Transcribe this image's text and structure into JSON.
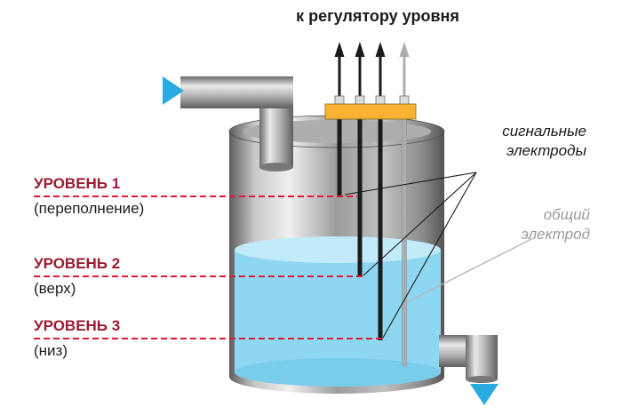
{
  "title": "к регулятору уровня",
  "labels": {
    "signal_electrodes": {
      "line1": "сигнальные",
      "line2": "электроды"
    },
    "common_electrode": {
      "line1": "общий",
      "line2": "электрод"
    }
  },
  "levels": [
    {
      "name": "УРОВЕНЬ 1",
      "desc": "(переполнение)"
    },
    {
      "name": "УРОВЕНЬ 2",
      "desc": "(верх)"
    },
    {
      "name": "УРОВЕНЬ 3",
      "desc": "(низ)"
    }
  ],
  "colors": {
    "level_label": "#9b1b31",
    "level_line": "#e31837",
    "water": "#8ed7f2",
    "water_surface": "#c2ebf9",
    "water_bottom": "#79cdeb",
    "terminal_block": "#f9b233",
    "flow_icon": "#29abe2",
    "signal_electrode": "#1b1b1b",
    "common_electrode": "#a9aeb3",
    "label_text": "#1b1b1b",
    "muted_text": "#9b9b9b"
  }
}
